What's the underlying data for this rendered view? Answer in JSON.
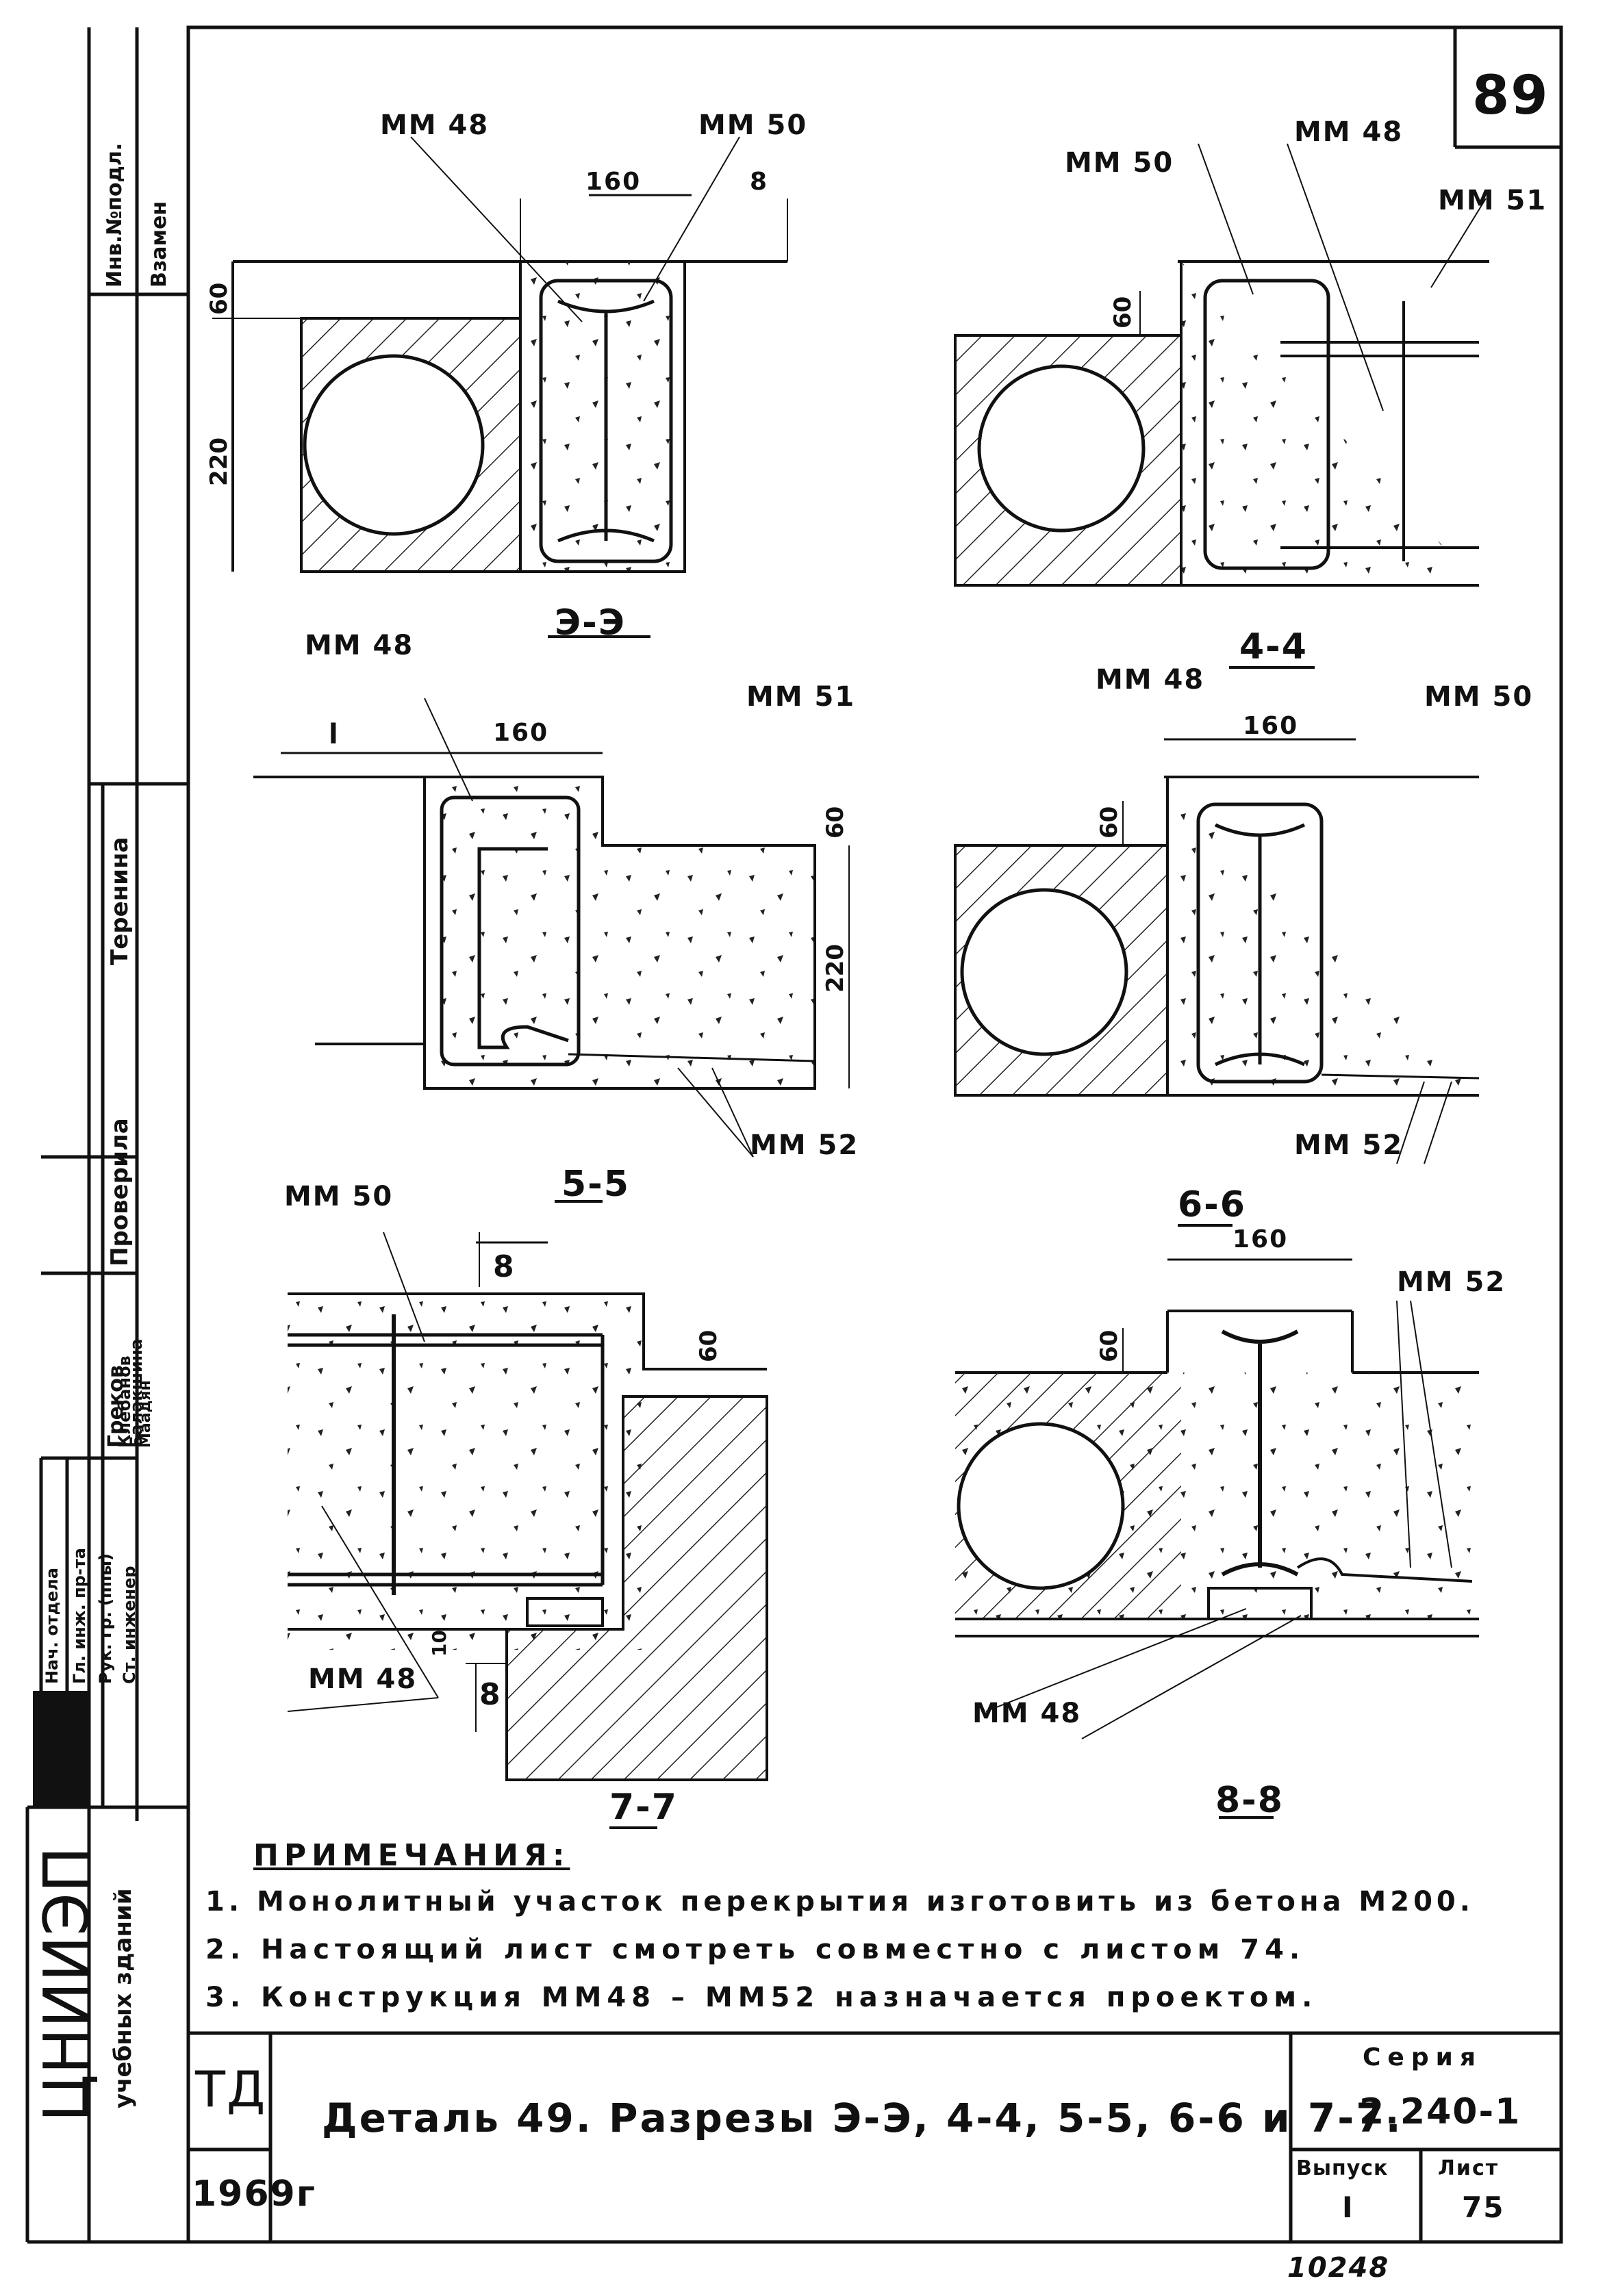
{
  "sheet_number": "89",
  "frame_stamp": {
    "inv_number": "Инв.№подл.",
    "replacement": "Взамен",
    "approved_by": "Проверила",
    "approver_name": "Теренина",
    "roles": [
      "Нач. отдела",
      "Гл. инж. пр-та",
      "Рук. гр. (ппы)",
      "Ст. инженер"
    ],
    "names": [
      "Греков",
      "Клебанов",
      "Балакшина",
      "Маадян"
    ],
    "org": "ЦНИИЭП",
    "org_sub": "учебных зданий"
  },
  "sections": {
    "s33": {
      "title": "Э-Э",
      "label_a": "ММ 48",
      "label_b": "ММ 50",
      "dim_top": "160",
      "dim_right": "8",
      "dim_v1": "60",
      "dim_v2": "220"
    },
    "s44": {
      "title": "4-4",
      "label_a": "ММ 50",
      "label_b": "ММ 48",
      "label_c": "ММ 51",
      "dim_v1": "60"
    },
    "s55": {
      "title": "5-5",
      "label_a": "ММ 48",
      "label_b": "ММ 51",
      "label_c": "ММ 52",
      "dim_l": "l",
      "dim_top": "160",
      "dim_v1": "60",
      "dim_v2": "220"
    },
    "s66": {
      "title": "6-6",
      "label_a": "ММ 48",
      "label_b": "ММ 50",
      "label_c": "ММ 52",
      "dim_top": "160",
      "dim_v1": "60"
    },
    "s77": {
      "title": "7-7",
      "label_a": "ММ 50",
      "label_b": "ММ 48",
      "dim_8a": "8",
      "dim_8b": "8",
      "dim_v1": "60",
      "dim_10": "10"
    },
    "s88": {
      "title": "8-8",
      "label_a": "ММ 52",
      "label_b": "ММ 48",
      "dim_top": "160",
      "dim_v1": "60"
    }
  },
  "notes": {
    "heading": "ПРИМЕЧАНИЯ:",
    "items": [
      "1. Монолитный участок перекрытия изготовить из бетона М200.",
      "2. Настоящий лист смотреть совместно с листом 74.",
      "3. Конструкция ММ48 – ММ52 назначается проектом."
    ]
  },
  "title_block": {
    "code": "ТД",
    "year": "1969г",
    "title": "Деталь 49. Разрезы Э-Э, 4-4, 5-5, 6-6 и 7-7.",
    "series_label": "Серия",
    "series_value": "2.240-1",
    "issue_label": "Выпуск",
    "issue_value": "I",
    "sheet_label": "Лист",
    "sheet_value": "75"
  },
  "footer_code": "10248",
  "colors": {
    "ink": "#111111",
    "paper": "#ffffff"
  }
}
